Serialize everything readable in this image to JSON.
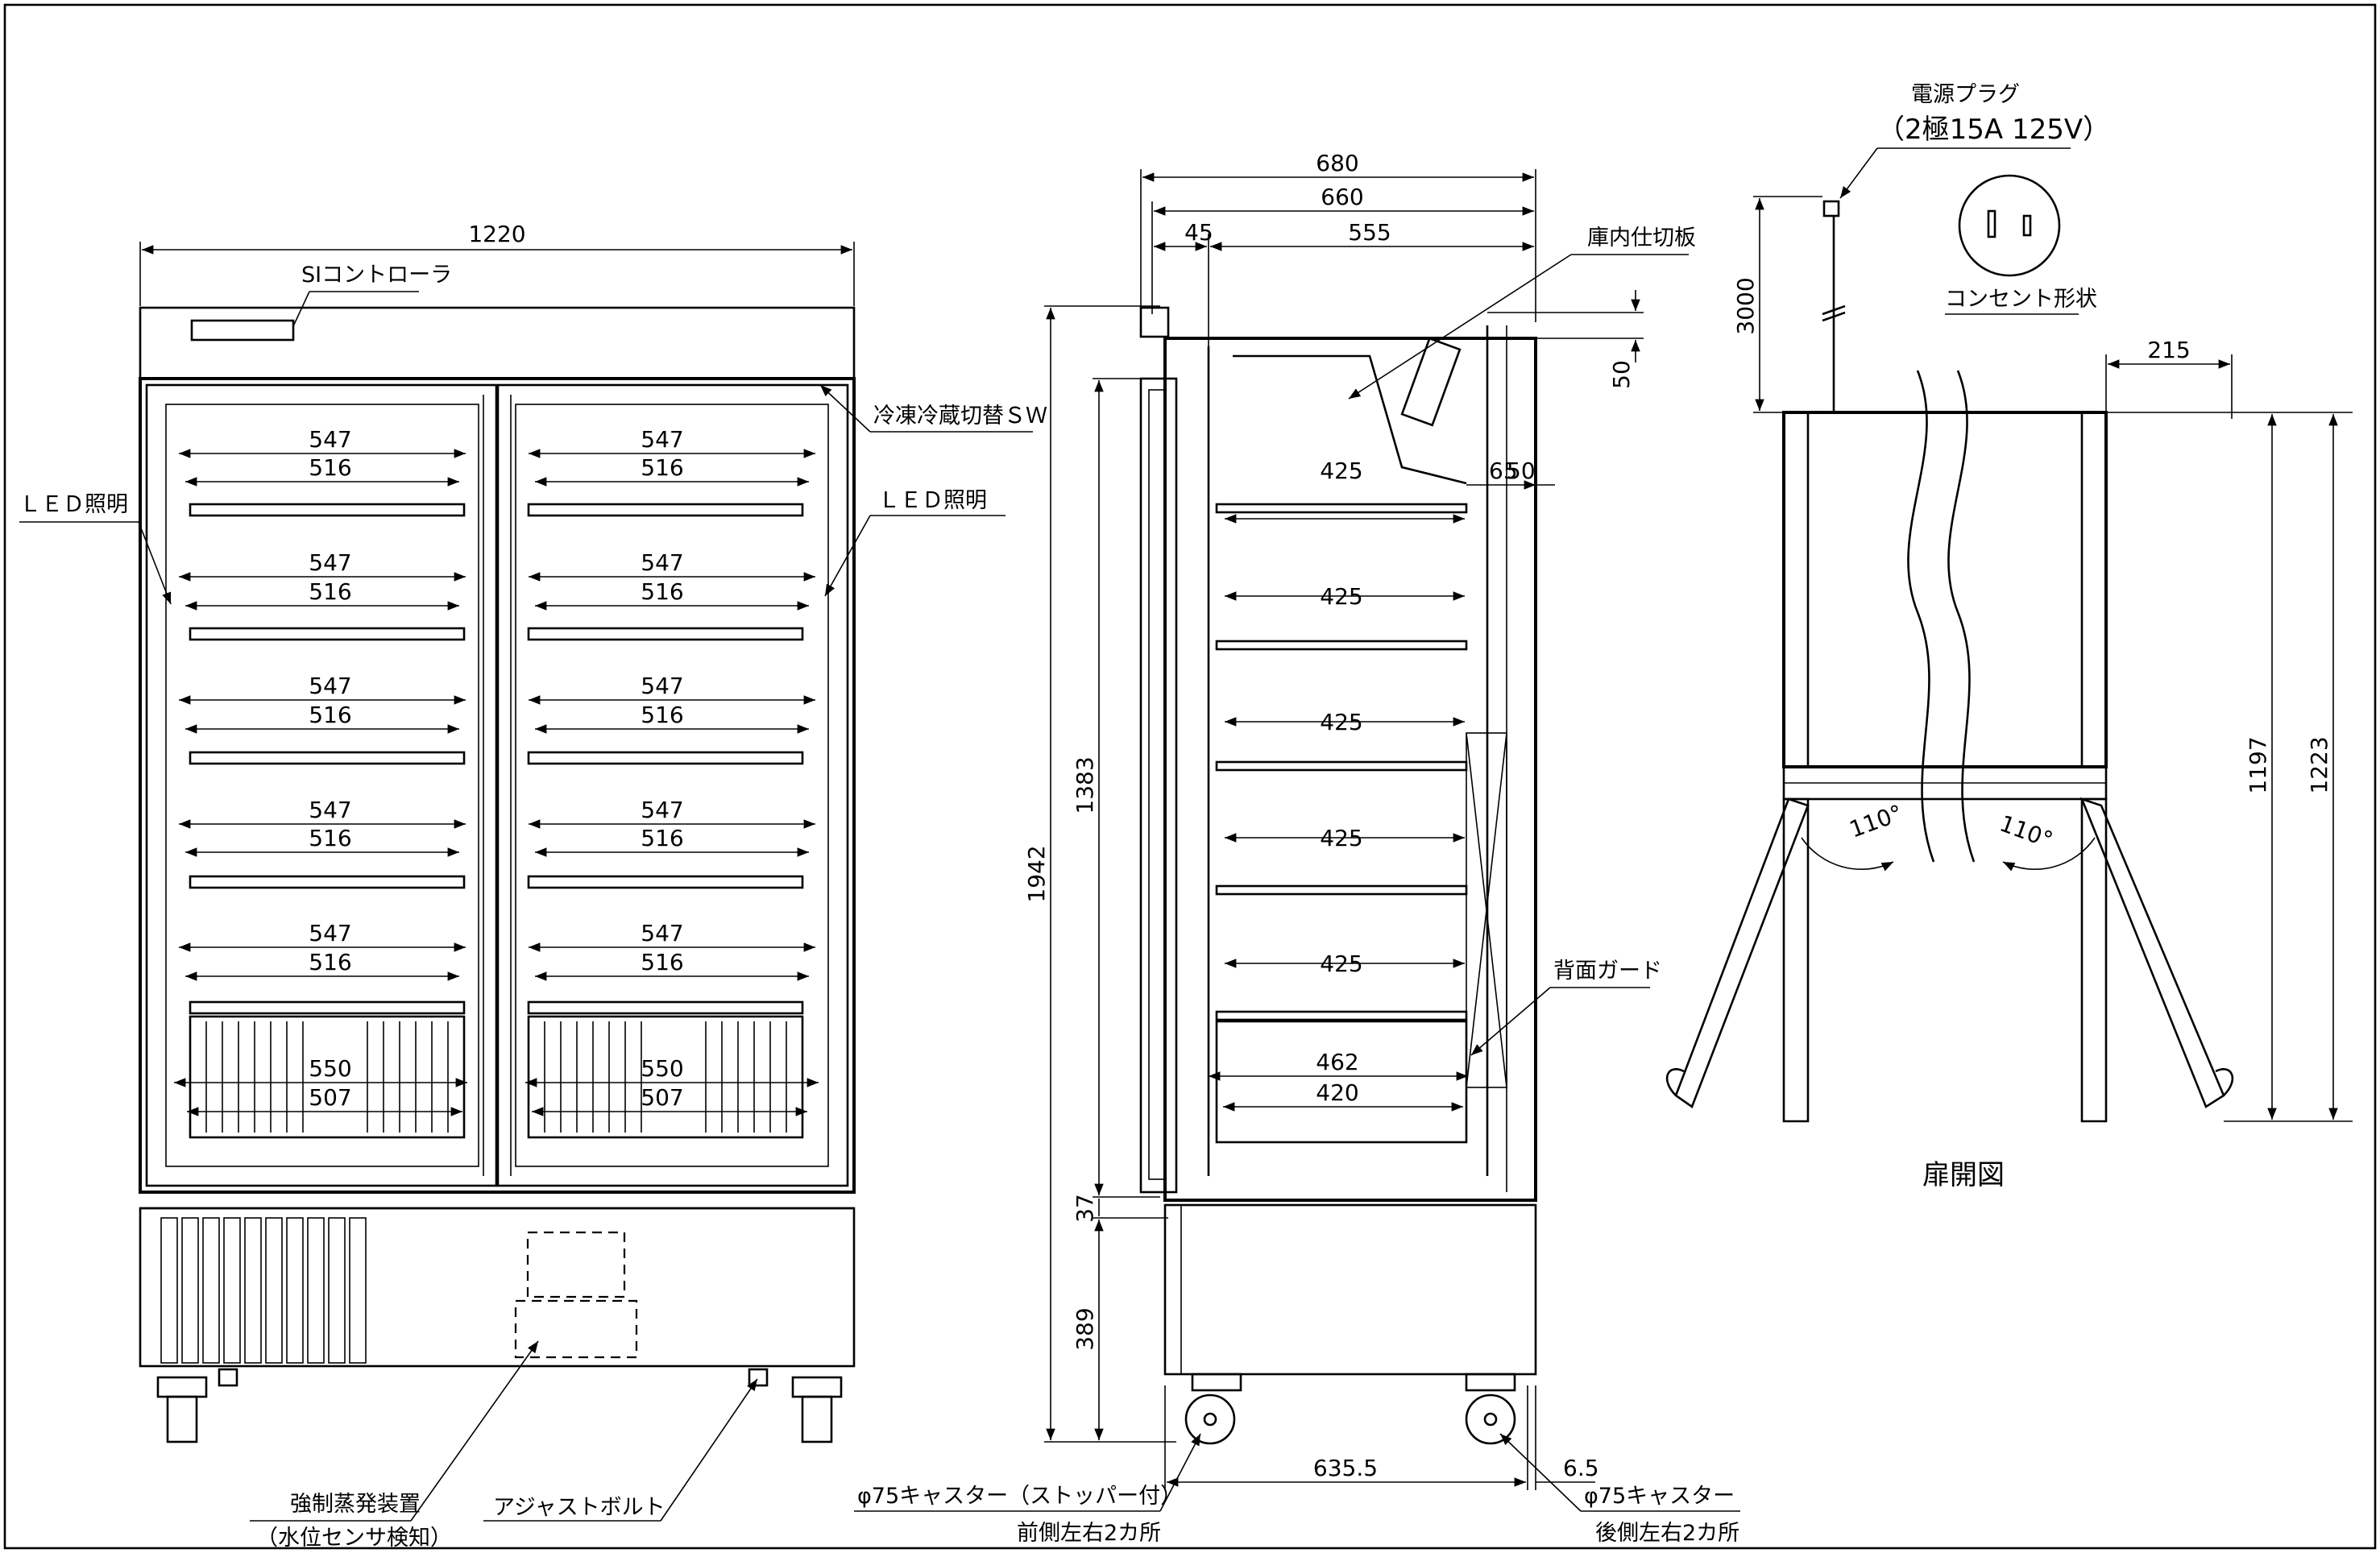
{
  "front_view": {
    "width_dim": "1220",
    "controller_label": "SIコントローラ",
    "switch_label": "冷凍冷蔵切替ＳＷ",
    "led_left_label": "ＬＥＤ照明",
    "led_right_label": "ＬＥＤ照明",
    "shelf_outer": "547",
    "shelf_inner": "516",
    "basket_outer": "550",
    "basket_inner": "507",
    "evaporator_label_1": "強制蒸発装置",
    "evaporator_label_2": "（水位センサ検知）",
    "adjust_bolt_label": "アジャストボルト"
  },
  "side_view": {
    "dim_680": "680",
    "dim_660": "660",
    "dim_45": "45",
    "dim_555": "555",
    "dim_50_top": "50",
    "dim_65": "65",
    "dim_50_right": "50",
    "dim_1942": "1942",
    "dim_1383": "1383",
    "dim_37": "37",
    "dim_389": "389",
    "dim_635_5": "635.5",
    "dim_6_5": "6.5",
    "shelf_depths": [
      "425",
      "425",
      "425",
      "425",
      "425"
    ],
    "basket_outer": "462",
    "basket_inner": "420",
    "partition_label": "庫内仕切板",
    "back_guard_label": "背面ガード",
    "caster_front_1": "φ75キャスター（ストッパー付）",
    "caster_front_2": "前側左右2カ所",
    "caster_rear_1": "φ75キャスター",
    "caster_rear_2": "後側左右2カ所"
  },
  "door_view": {
    "plug_label_1": "電源プラグ",
    "plug_label_2": "（2極15A 125V）",
    "outlet_label": "コンセント形状",
    "dim_3000": "3000",
    "dim_215": "215",
    "dim_1197": "1197",
    "dim_1223": "1223",
    "angle_left": "110°",
    "angle_right": "110°",
    "title": "扉開図"
  }
}
